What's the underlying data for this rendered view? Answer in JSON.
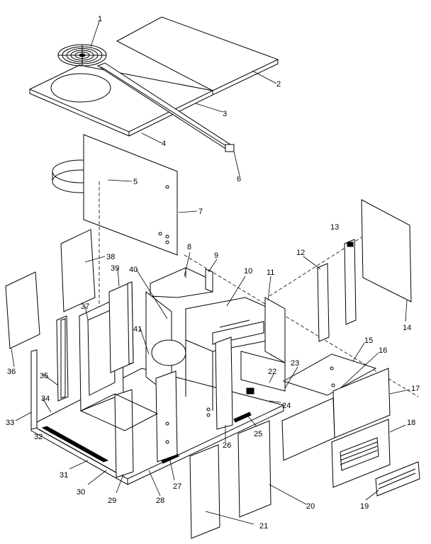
{
  "callouts": [
    {
      "id": "1",
      "text": "1"
    },
    {
      "id": "2",
      "text": "2"
    },
    {
      "id": "3",
      "text": "3"
    },
    {
      "id": "4",
      "text": "4"
    },
    {
      "id": "5",
      "text": "5"
    },
    {
      "id": "6",
      "text": "6"
    },
    {
      "id": "7",
      "text": "7"
    },
    {
      "id": "8",
      "text": "8"
    },
    {
      "id": "9",
      "text": "9"
    },
    {
      "id": "10",
      "text": "10"
    },
    {
      "id": "11",
      "text": "11"
    },
    {
      "id": "12",
      "text": "12"
    },
    {
      "id": "13",
      "text": "13"
    },
    {
      "id": "14",
      "text": "14"
    },
    {
      "id": "15",
      "text": "15"
    },
    {
      "id": "16",
      "text": "16"
    },
    {
      "id": "17",
      "text": "17"
    },
    {
      "id": "18",
      "text": "18"
    },
    {
      "id": "19",
      "text": "19"
    },
    {
      "id": "20",
      "text": "20"
    },
    {
      "id": "21",
      "text": "21"
    },
    {
      "id": "22",
      "text": "22"
    },
    {
      "id": "23",
      "text": "23"
    },
    {
      "id": "24",
      "text": "24"
    },
    {
      "id": "25",
      "text": "25"
    },
    {
      "id": "26",
      "text": "26"
    },
    {
      "id": "27",
      "text": "27"
    },
    {
      "id": "28",
      "text": "28"
    },
    {
      "id": "29",
      "text": "29"
    },
    {
      "id": "30",
      "text": "30"
    },
    {
      "id": "31",
      "text": "31"
    },
    {
      "id": "32",
      "text": "32"
    },
    {
      "id": "33",
      "text": "33"
    },
    {
      "id": "34",
      "text": "34"
    },
    {
      "id": "35",
      "text": "35"
    },
    {
      "id": "36",
      "text": "36"
    },
    {
      "id": "37",
      "text": "37"
    },
    {
      "id": "38",
      "text": "38"
    },
    {
      "id": "39",
      "text": "39"
    },
    {
      "id": "40",
      "text": "40"
    },
    {
      "id": "41",
      "text": "41"
    }
  ]
}
